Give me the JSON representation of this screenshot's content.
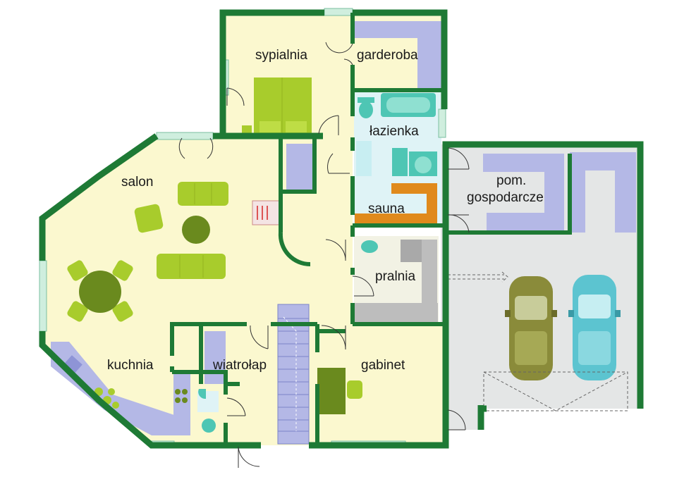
{
  "rooms": {
    "sypialnia": "sypialnia",
    "garderoba": "garderoba",
    "lazienka": "łazienka",
    "salon": "salon",
    "sauna": "sauna",
    "pom_line1": "pom.",
    "pom_line2": "gospodarcze",
    "pralnia": "pralnia",
    "kuchnia": "kuchnia",
    "wiatrolap": "wiatrołap",
    "gabinet": "gabinet"
  },
  "colors": {
    "wall": "#1e7a35",
    "floor_living": "#fbf8cf",
    "floor_wet": "#dff3f6",
    "floor_garage": "#e4e6e6",
    "furniture_lime": "#a8cc2c",
    "furniture_dark": "#6a8a1e",
    "cabinet": "#b4b8e6",
    "fixture": "#4ec6b4",
    "sauna_bench": "#e08a1c",
    "window": "#cfeede"
  },
  "icons": {
    "bed": "bed-icon",
    "sofa": "sofa-icon",
    "table": "round-table-icon",
    "chair": "chair-icon",
    "fireplace": "fireplace-icon",
    "bathtub": "bathtub-icon",
    "toilet": "toilet-icon",
    "sink": "sink-icon",
    "stairs": "stairs-icon",
    "desk": "desk-icon",
    "car": "car-icon",
    "door": "door-swing-icon"
  }
}
